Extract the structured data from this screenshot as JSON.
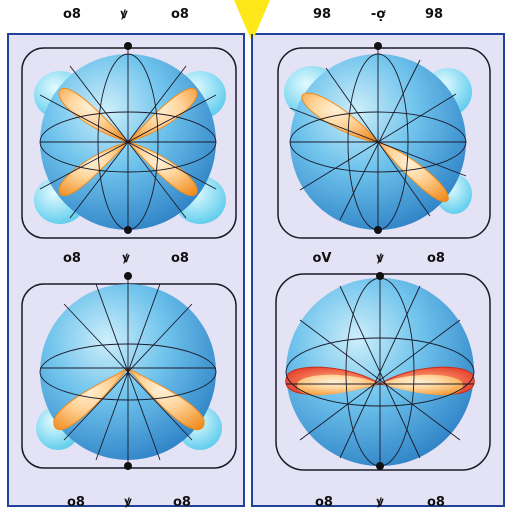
{
  "palette": {
    "background": "#ffffff",
    "panel": "#e4e2f5",
    "panel_border": "#23429a",
    "sphere_light": "#cdeefa",
    "sphere_mid": "#6fc3ec",
    "sphere_dark": "#2b7fc4",
    "lobe_light": "#ffd49a",
    "lobe_dark": "#f08a1c",
    "lobe_red": "#e53a2a",
    "lobe_cyan": "#7fdcf3",
    "accent_yellow": "#ffe81a",
    "wire": "#1a1a2a"
  },
  "panels": [
    {
      "id": "top-left",
      "top_labels": [
        "o8",
        "ꝟ",
        "o8"
      ],
      "bottom_labels": [
        "o8",
        "ꝟ",
        "o8"
      ],
      "lobes": "four-lobe-x"
    },
    {
      "id": "top-right",
      "top_labels": [
        "98",
        "-ợ",
        "98"
      ],
      "bottom_labels": [
        "oV",
        "ꝟ",
        "o8"
      ],
      "lobes": "two-lobe-diagonal"
    },
    {
      "id": "bottom-left",
      "top_labels": [
        "o8",
        "ꝟ",
        "o8"
      ],
      "bottom_labels": [
        "o8",
        "ꝟ",
        "o8"
      ],
      "lobes": "two-lobe-down"
    },
    {
      "id": "bottom-right",
      "top_labels": [
        "oV",
        "ꝟ",
        "o8"
      ],
      "bottom_labels": [
        "o8",
        "ꝟ",
        "o8"
      ],
      "lobes": "two-lobe-horizontal"
    }
  ]
}
